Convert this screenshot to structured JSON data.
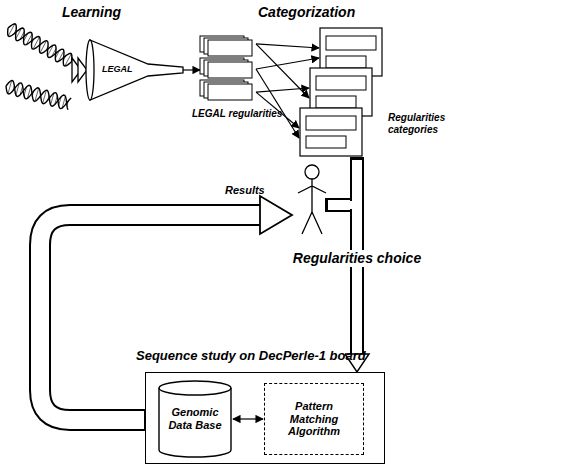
{
  "diagram": {
    "nodes": [
      {
        "text": [
          "LEGAL"
        ]
      },
      {
        "text": [
          "LEGAL regularities"
        ]
      },
      {
        "text": [
          "Regularities categories"
        ]
      },
      {
        "text": [
          "Sequence study on DecPerle-1 board"
        ]
      },
      {
        "text": [
          "Genomic Data Base"
        ],
        "in": 3
      },
      {
        "text": [
          "Pattern Matching Algorithm"
        ],
        "in": 3
      }
    ],
    "edges": [
      {
        "from": 0,
        "to": 1,
        "arrow": "to"
      },
      {
        "from": 1,
        "to": 2,
        "arrow": "to"
      },
      {
        "from": 2,
        "to": 3,
        "label": "Regularities choice",
        "arrow": "to"
      },
      {
        "from": 4,
        "to": 5,
        "arrow": "both"
      }
    ],
    "labels": [
      "Learning",
      "Categorization",
      "Results"
    ]
  }
}
